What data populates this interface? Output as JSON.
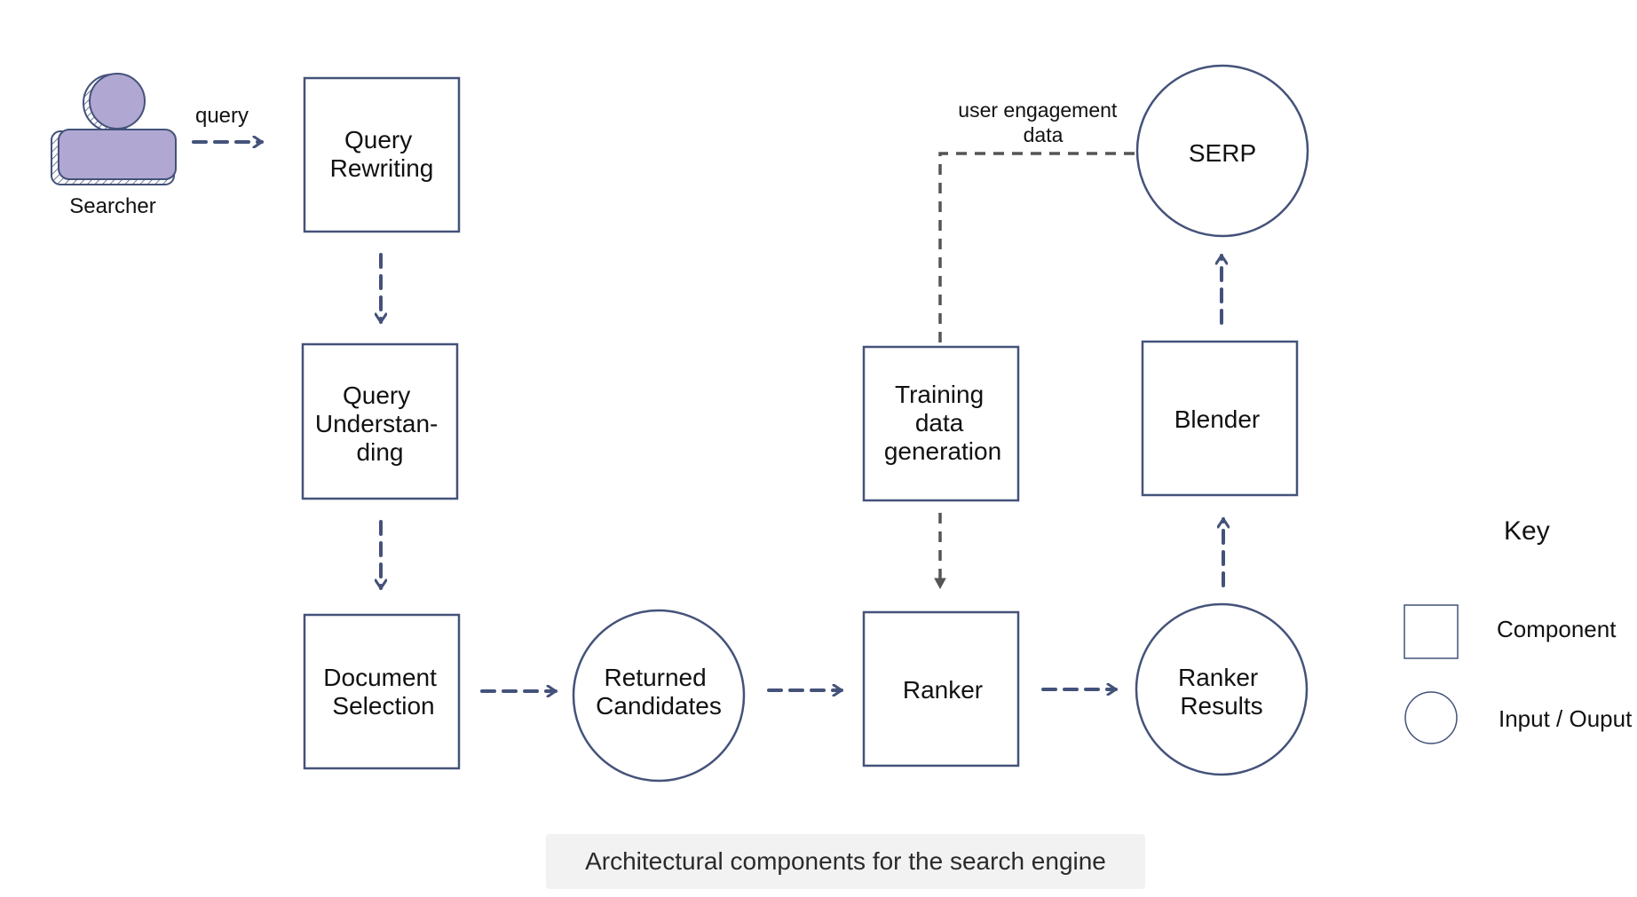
{
  "actor": {
    "label": "Searcher"
  },
  "edges": {
    "query": "query",
    "engagement": [
      "user engagement",
      "data"
    ]
  },
  "nodes": {
    "query_rewriting": [
      "Query",
      "Rewriting"
    ],
    "query_understanding": [
      "Query",
      "Understan-",
      "ding"
    ],
    "document_selection": [
      "Document",
      "Selection"
    ],
    "returned_candidates": [
      "Returned",
      "Candidates"
    ],
    "ranker": [
      "Ranker"
    ],
    "ranker_results": [
      "Ranker",
      "Results"
    ],
    "training_data_generation": [
      "Training",
      "data",
      "generation"
    ],
    "blender": [
      "Blender"
    ],
    "serp": [
      "SERP"
    ]
  },
  "key": {
    "title": "Key",
    "component": "Component",
    "io": "Input / Ouput"
  },
  "caption": "Architectural components for the search engine",
  "colors": {
    "stroke": "#44527a",
    "arrow": "#44527a",
    "engagement_line": "#555555",
    "person_fill": "#b0a8d2",
    "caption_bg": "#f2f2f2"
  }
}
